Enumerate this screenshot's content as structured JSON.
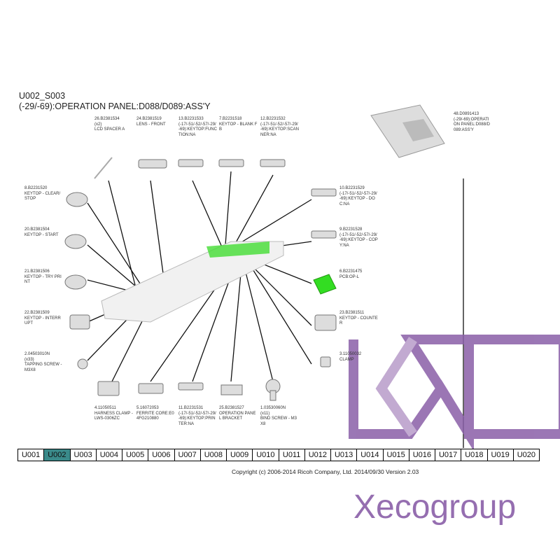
{
  "header": {
    "code": "U002_S003",
    "title": "(-29/-69):OPERATION PANEL:D088/D089:ASS'Y"
  },
  "parts": [
    {
      "id": "26",
      "text": "26.B2381534\n(x2)\nLCD SPACER A"
    },
    {
      "id": "24",
      "text": "24.B2381519\nLENS - FRONT"
    },
    {
      "id": "13",
      "text": "13.B2231533\n(-17/-51/-52/-57/-29/\n-69):KEYTOP:FUNC\nTION:NA"
    },
    {
      "id": "7",
      "text": "7.B2231518\nKEYTOP - BLANK F\nB"
    },
    {
      "id": "12",
      "text": "12.B2231532\n(-17/-51/-52/-57/-29/\n-69):KEYTOP:SCAN\nNER:NA"
    },
    {
      "id": "48",
      "text": "48.D0891413\n(-29/-69):OPERATI\nON PANEL:D088/D\n089:ASS'Y"
    },
    {
      "id": "8",
      "text": "8.B2231520\nKEYTOP - CLEAR/\nSTOP"
    },
    {
      "id": "20",
      "text": "20.B2381504\nKEYTOP - START"
    },
    {
      "id": "21",
      "text": "21.B2381506\nKEYTOP - TRY PRI\nNT"
    },
    {
      "id": "22",
      "text": "22.B2381509\nKEYTOP - INTERR\nUPT"
    },
    {
      "id": "2",
      "text": "2.04503010N\n(x33)\nTAPPING SCREW -\nM3X8"
    },
    {
      "id": "10",
      "text": "10.B2231529\n(-17/-51/-52/-57/-29/\n-69):KEYTOP - DO\nC:NA"
    },
    {
      "id": "9",
      "text": "9.B2231528\n(-17/-51/-52/-57/-29/\n-69):KEYTOP - COP\nY:NA"
    },
    {
      "id": "6",
      "text": "6.B2231475\nPCB:OP-L"
    },
    {
      "id": "23",
      "text": "23.B2381511\nKEYTOP - COUNTE\nR"
    },
    {
      "id": "3",
      "text": "3.11050032\nCLAMP"
    },
    {
      "id": "4",
      "text": "4.11050511\nHARNESS CLAMP -\nLWS-0306ZC"
    },
    {
      "id": "5",
      "text": "5.16072053\nFERRITE CORE:E0\n4FG210880"
    },
    {
      "id": "11",
      "text": "11.B2231531\n(-17/-51/-52/-57/-29/\n-69):KEYTOP:PRIN\nTER:NA"
    },
    {
      "id": "25",
      "text": "25.B2381527\nOPERATION PANE\nL BRACKET"
    },
    {
      "id": "1",
      "text": "1.03530060N\n(x11)\nBIND SCREW - M3\nX8"
    }
  ],
  "tabs": [
    "U001",
    "U002",
    "U003",
    "U004",
    "U005",
    "U006",
    "U007",
    "U008",
    "U009",
    "U010",
    "U011",
    "U012",
    "U013",
    "U014",
    "U015",
    "U016",
    "U017",
    "U018",
    "U019",
    "U020"
  ],
  "active_tab": "U002",
  "footer": {
    "copyright": "Copyright (c) 2006-2014 Ricoh Company, Ltd.    2014/09/30 Version 2.03"
  },
  "watermark": {
    "text": "Xecogroup"
  },
  "colors": {
    "active_tab": "#3a8a8a",
    "pcb": "#33dd22",
    "watermark": "#8a5fa8"
  }
}
